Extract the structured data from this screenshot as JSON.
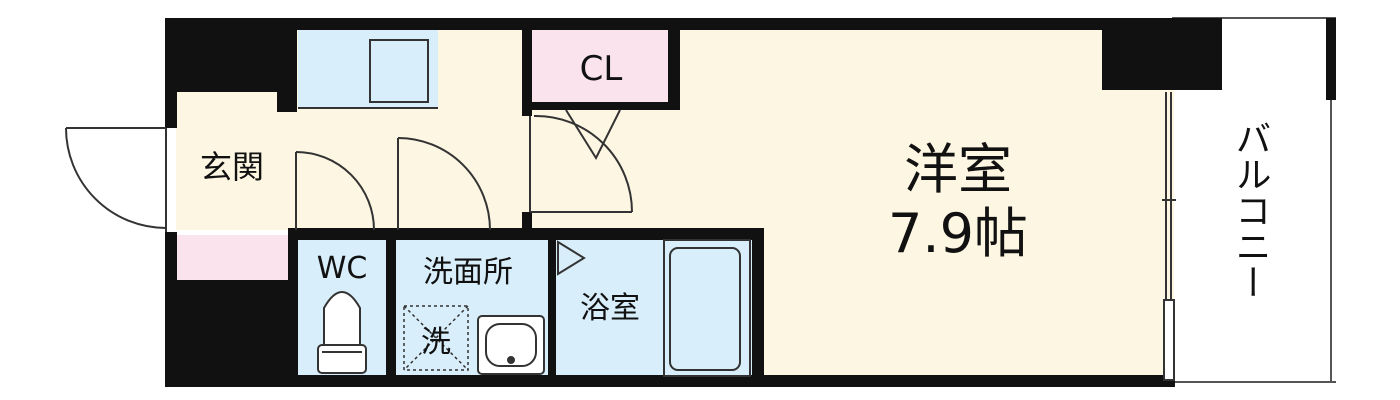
{
  "rooms": {
    "entrance": "玄関",
    "closet": "CL",
    "western_room": "洋室",
    "western_room_size": "7.9帖",
    "toilet": "WC",
    "washroom": "洗面所",
    "washer": "洗",
    "bathroom": "浴室",
    "balcony": "バルコニー"
  },
  "colors": {
    "floor": "#fdf6e3",
    "wet_area": "#d8eefa",
    "closet": "#fbe3ee",
    "wall": "#111111"
  }
}
